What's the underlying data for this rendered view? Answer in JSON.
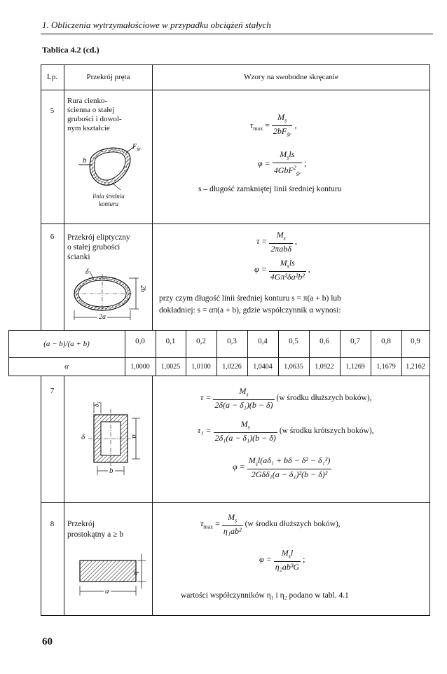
{
  "page": {
    "header": "1. Obliczenia wytrzymałościowe w przypadku obciążeń stałych",
    "subtitle": "Tablica 4.2 (cd.)",
    "page_number": "60"
  },
  "columns": {
    "lp": "Lp.",
    "section": "Przekrój pręta",
    "formulas": "Wzory na swobodne skręcanie"
  },
  "row5": {
    "lp": "5",
    "desc_lines": [
      "Rura cienko-",
      "ścienna o stałej",
      "grubości i dowol-",
      "nym kształcie"
    ],
    "fig_labels": {
      "fsr": "F",
      "fsr_sub": "śr",
      "b": "b",
      "caption1": "linia średnia",
      "caption2": "konturu"
    },
    "f1": {
      "lhs": "τ",
      "lhs_sub": "max",
      "eq": "=",
      "num": "M",
      "num_sub": "s",
      "den": "2bF",
      "den_sub": "śr",
      "tail": ","
    },
    "f2": {
      "lhs": "φ =",
      "num": "M",
      "num_sub": "s",
      "num_tail": "ls",
      "den": "4GbF",
      "den_sup": "2",
      "den_sub": "śr",
      "tail": ";"
    },
    "note": "s – długość zamkniętej linii średniej konturu"
  },
  "row6": {
    "lp": "6",
    "desc_lines": [
      "Przekrój eliptyczny",
      "o stałej grubości",
      "ścianki"
    ],
    "fig_labels": {
      "delta": "δ",
      "twob": "2b",
      "twoa": "2a"
    },
    "f1": {
      "lhs": "τ =",
      "num": "M",
      "num_sub": "s",
      "den": "2πabδ",
      "tail": ","
    },
    "f2": {
      "lhs": "φ =",
      "num": "M",
      "num_sub": "s",
      "num_tail": "ls",
      "den": "4Gπ²δa²b²",
      "tail": ","
    },
    "note1": "przy czym długość linii średniej konturu s = π(a + b) lub",
    "note2": "dokładniej: s = απ(a + b), gdzie współczynnik α wynosi:"
  },
  "alpha_table": {
    "label": "(a − b)/(a + b)",
    "ratios": [
      "0,0",
      "0,1",
      "0,2",
      "0,3",
      "0,4",
      "0,5",
      "0,6",
      "0,7",
      "0,8",
      "0,9"
    ],
    "alpha_label": "α",
    "alphas": [
      "1,0000",
      "1,0025",
      "1,0100",
      "1,0226",
      "1,0404",
      "1,0635",
      "1,0922",
      "1,1269",
      "1,1679",
      "1,2162"
    ]
  },
  "row7": {
    "lp": "7",
    "fig_labels": {
      "d1": "δ₁",
      "d": "δ",
      "a": "a",
      "b": "b"
    },
    "f1": {
      "lhs": "τ =",
      "num": "M",
      "num_sub": "s",
      "den": "2δ(a − δ₁)(b − δ)",
      "note": "(w środku dłuższych boków),"
    },
    "f2": {
      "lhs": "τ₁ =",
      "num": "M",
      "num_sub": "s",
      "den": "2δ₁(a − δ₁)(b − δ)",
      "note": "(w środku krótszych boków),"
    },
    "f3": {
      "lhs": "φ =",
      "num": "M",
      "num_sub": "s",
      "num_tail": "l(aδ₁ + bδ − δ² − δ₁²)",
      "den": "2Gδδ₁(a − δ₁)²(b − δ)²"
    }
  },
  "row8": {
    "lp": "8",
    "desc_lines": [
      "Przekrój",
      "prostokątny a ≥ b"
    ],
    "fig_labels": {
      "b": "b",
      "a": "a"
    },
    "f1": {
      "lhs": "τ",
      "lhs_sub": "max",
      "eq": "=",
      "num": "M",
      "num_sub": "s",
      "den": "η₁ab²",
      "note": "(w środku dłuższych boków),"
    },
    "f2": {
      "lhs": "φ =",
      "num": "M",
      "num_sub": "s",
      "num_tail": "l",
      "den": "η₂ab³G",
      "tail": ";"
    },
    "note": "wartości współczynników η₁ i η₂ podano w tabl. 4.1"
  }
}
